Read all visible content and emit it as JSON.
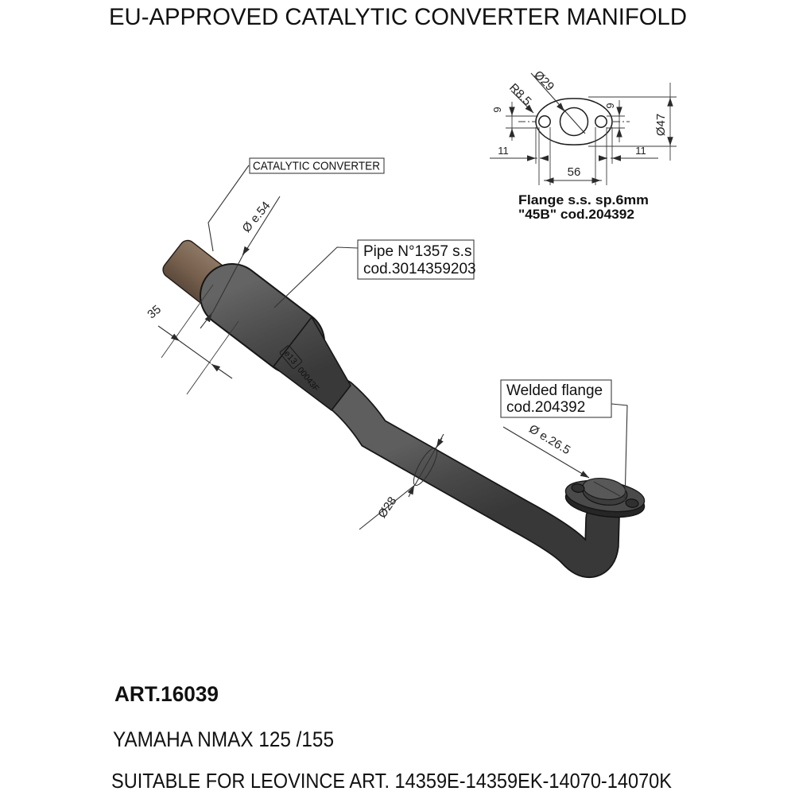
{
  "title": "EU-APPROVED CATALYTIC CONVERTER MANIFOLD",
  "flange_detail": {
    "caption_line1": "Flange s.s. sp.6mm",
    "caption_line2": "\"45B\" cod.204392",
    "dims": {
      "center_hole_diameter": "Ø29",
      "end_radius": "R8.5",
      "left_hole_height": "9",
      "right_hole_height": "9",
      "overall_height": "Ø47",
      "left_margin": "11",
      "right_margin": "11",
      "bolt_spacing": "56"
    }
  },
  "labels": {
    "catalytic_converter": "CATALYTIC CONVERTER",
    "pipe_line1": "Pipe N°1357 s.s",
    "pipe_line2": "cod.3014359203",
    "welded_flange_line1": "Welded flange",
    "welded_flange_line2": "cod.204392"
  },
  "dimensions": {
    "inlet_diameter": "Ø e.54",
    "inlet_length": "35",
    "pipe_diameter": "Ø28",
    "outlet_diameter": "Ø e.26.5"
  },
  "markings": {
    "homologation": "e13",
    "code": "00043F"
  },
  "footer": {
    "art": "ART.16039",
    "model": "YAMAHA NMAX 125 /155",
    "suitable": "SUITABLE FOR LEOVINCE ART. 14359E-14359EK-14070-14070K"
  },
  "colors": {
    "pipe": "#4a4a4a",
    "inlet_tip": "#7a6450",
    "line": "#333333",
    "background": "#ffffff"
  }
}
